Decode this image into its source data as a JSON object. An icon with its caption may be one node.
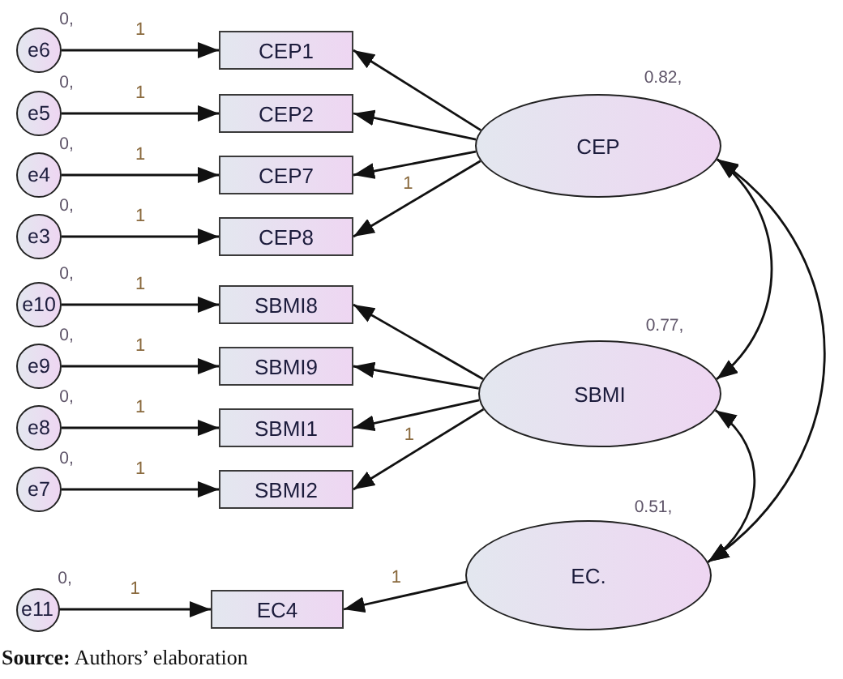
{
  "diagram": {
    "caption": "**Source:** Authors’ elaboration",
    "nodes": [
      {
        "text": [
          "e6"
        ],
        "beside": [
          "0,"
        ]
      },
      {
        "text": [
          "e5"
        ],
        "beside": [
          "0,"
        ]
      },
      {
        "text": [
          "e4"
        ],
        "beside": [
          "0,"
        ]
      },
      {
        "text": [
          "e3"
        ],
        "beside": [
          "0,"
        ]
      },
      {
        "text": [
          "e10"
        ],
        "beside": [
          "0,"
        ]
      },
      {
        "text": [
          "e9"
        ],
        "beside": [
          "0,"
        ]
      },
      {
        "text": [
          "e8"
        ],
        "beside": [
          "0,"
        ]
      },
      {
        "text": [
          "e7"
        ],
        "beside": [
          "0,"
        ]
      },
      {
        "text": [
          "e11"
        ],
        "beside": [
          "0,"
        ]
      },
      {
        "text": [
          "CEP1"
        ]
      },
      {
        "text": [
          "CEP2"
        ]
      },
      {
        "text": [
          "CEP7"
        ]
      },
      {
        "text": [
          "CEP8"
        ]
      },
      {
        "text": [
          "SBMI8"
        ]
      },
      {
        "text": [
          "SBMI9"
        ]
      },
      {
        "text": [
          "SBMI1"
        ]
      },
      {
        "text": [
          "SBMI2"
        ]
      },
      {
        "text": [
          "EC4"
        ]
      },
      {
        "text": [
          "CEP"
        ],
        "beside": [
          "0.82,"
        ]
      },
      {
        "text": [
          "SBMI"
        ],
        "beside": [
          "0.77,"
        ]
      },
      {
        "text": [
          "EC."
        ],
        "beside": [
          "0.51,"
        ]
      }
    ],
    "edges": [
      {
        "from": 0,
        "to": 9,
        "arrow": "to",
        "label": "1"
      },
      {
        "from": 1,
        "to": 10,
        "arrow": "to",
        "label": "1"
      },
      {
        "from": 2,
        "to": 11,
        "arrow": "to",
        "label": "1"
      },
      {
        "from": 3,
        "to": 12,
        "arrow": "to",
        "label": "1"
      },
      {
        "from": 4,
        "to": 13,
        "arrow": "to",
        "label": "1"
      },
      {
        "from": 5,
        "to": 14,
        "arrow": "to",
        "label": "1"
      },
      {
        "from": 6,
        "to": 15,
        "arrow": "to",
        "label": "1"
      },
      {
        "from": 7,
        "to": 16,
        "arrow": "to",
        "label": "1"
      },
      {
        "from": 8,
        "to": 17,
        "arrow": "to",
        "label": "1"
      },
      {
        "from": 18,
        "to": 9,
        "arrow": "to"
      },
      {
        "from": 18,
        "to": 10,
        "arrow": "to"
      },
      {
        "from": 18,
        "to": 11,
        "arrow": "to"
      },
      {
        "from": 18,
        "to": 12,
        "arrow": "to",
        "label": "1"
      },
      {
        "from": 19,
        "to": 13,
        "arrow": "to"
      },
      {
        "from": 19,
        "to": 14,
        "arrow": "to"
      },
      {
        "from": 19,
        "to": 15,
        "arrow": "to"
      },
      {
        "from": 19,
        "to": 16,
        "arrow": "to",
        "label": "1"
      },
      {
        "from": 20,
        "to": 17,
        "arrow": "to",
        "label": "1"
      },
      {
        "from": 18,
        "to": 19,
        "arrow": "both"
      },
      {
        "from": 18,
        "to": 20,
        "arrow": "both"
      },
      {
        "from": 19,
        "to": 20,
        "arrow": "both"
      }
    ]
  }
}
